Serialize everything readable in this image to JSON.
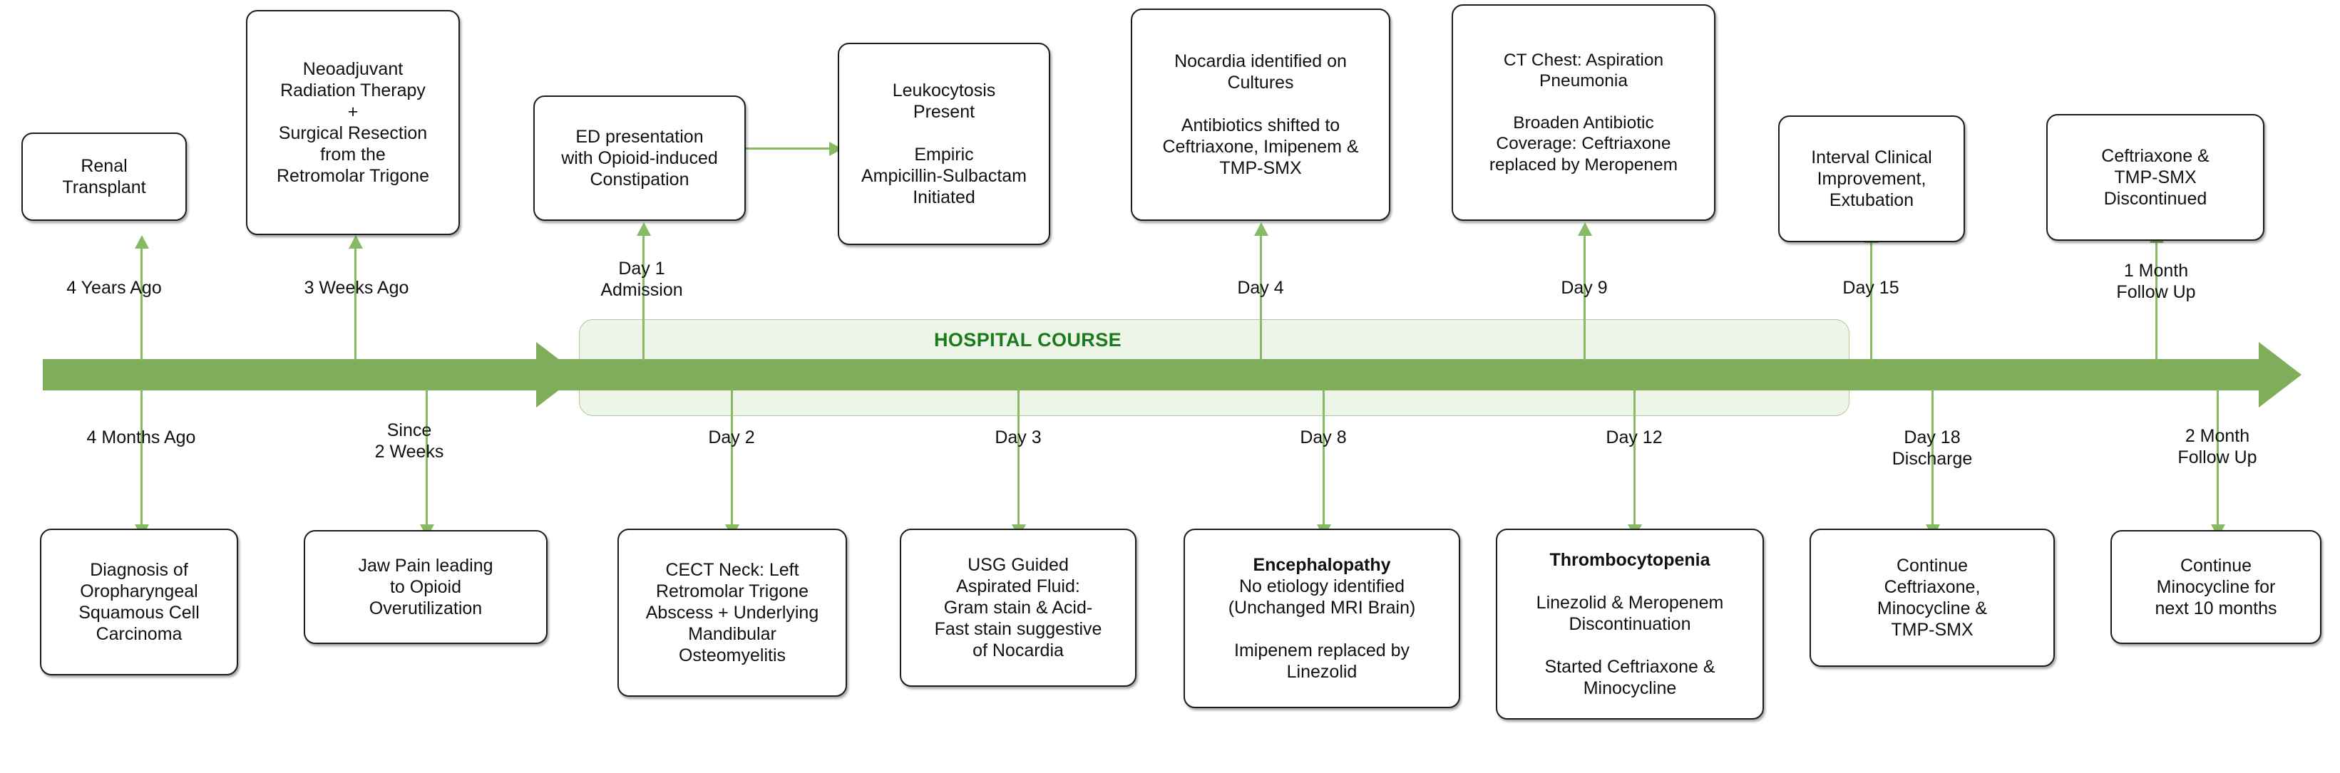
{
  "timeline": {
    "band_label": "HOSPITAL COURSE",
    "band_color": "#7FAD5C",
    "panel_fill": "#EDF4E8",
    "panel_border": "#AECB97",
    "label_color": "#1B7A1B",
    "connector_color": "#86BB63"
  },
  "top_nodes": [
    {
      "id": "renal-transplant",
      "text": "Renal\nTransplant"
    },
    {
      "id": "neoadjuvant-therapy",
      "text": "Neoadjuvant\nRadiation Therapy\n+\nSurgical Resection\nfrom the\nRetromolar Trigone"
    },
    {
      "id": "ed-presentation",
      "text": "ED presentation\nwith Opioid-induced\nConstipation"
    },
    {
      "id": "leukocytosis",
      "text": "Leukocytosis\nPresent\n\nEmpiric\nAmpicillin-Sulbactam\nInitiated"
    },
    {
      "id": "nocardia-cultures",
      "text": "Nocardia identified on\nCultures\n\nAntibiotics shifted to\nCeftriaxone, Imipenem &\nTMP-SMX"
    },
    {
      "id": "ct-chest",
      "text": "CT Chest: Aspiration\nPneumonia\n\nBroaden Antibiotic\nCoverage: Ceftriaxone\nreplaced by  Meropenem"
    },
    {
      "id": "interval-improvement",
      "text": "Interval Clinical\nImprovement,\nExtubation"
    },
    {
      "id": "abx-discontinued",
      "text": "Ceftriaxone &\nTMP-SMX\nDiscontinued"
    }
  ],
  "bottom_nodes": [
    {
      "id": "oropharyngeal-scc",
      "title": "",
      "text": "Diagnosis of\nOropharyngeal\nSquamous Cell\nCarcinoma"
    },
    {
      "id": "jaw-pain-opioid",
      "title": "",
      "text": "Jaw Pain leading\nto Opioid\nOverutilization"
    },
    {
      "id": "cect-neck",
      "title": "",
      "text": "CECT Neck: Left\nRetromolar Trigone\nAbscess + Underlying\nMandibular\nOsteomyelitis"
    },
    {
      "id": "usg-aspirate",
      "title": "",
      "text": "USG Guided\nAspirated Fluid:\nGram stain & Acid-\nFast stain suggestive\nof Nocardia"
    },
    {
      "id": "encephalopathy",
      "title": "Encephalopathy",
      "text": "No etiology identified\n(Unchanged MRI Brain)\n\nImipenem replaced by\nLinezolid"
    },
    {
      "id": "thrombocytopenia",
      "title": "Thrombocytopenia",
      "text": "\nLinezolid & Meropenem\nDiscontinuation\n\nStarted Ceftriaxone &\nMinocycline"
    },
    {
      "id": "continue-abx",
      "title": "",
      "text": "Continue\nCeftriaxone,\nMinocycline &\nTMP-SMX"
    },
    {
      "id": "continue-minocycline",
      "title": "",
      "text": "Continue\nMinocycline for\nnext 10 months"
    }
  ],
  "top_ticks": [
    {
      "id": "tick-4-years",
      "text": "4 Years Ago"
    },
    {
      "id": "tick-3-weeks",
      "text": "3 Weeks Ago"
    },
    {
      "id": "tick-day-1",
      "text": "Day 1\nAdmission"
    },
    {
      "id": "tick-day-4",
      "text": "Day 4"
    },
    {
      "id": "tick-day-9",
      "text": "Day 9"
    },
    {
      "id": "tick-day-15",
      "text": "Day 15"
    },
    {
      "id": "tick-1-month",
      "text": "1 Month\nFollow Up"
    }
  ],
  "bottom_ticks": [
    {
      "id": "tick-4-months",
      "text": "4 Months Ago"
    },
    {
      "id": "tick-since-2wk",
      "text": "Since\n2 Weeks"
    },
    {
      "id": "tick-day-2",
      "text": "Day 2"
    },
    {
      "id": "tick-day-3",
      "text": "Day 3"
    },
    {
      "id": "tick-day-8",
      "text": "Day 8"
    },
    {
      "id": "tick-day-12",
      "text": "Day 12"
    },
    {
      "id": "tick-day-18",
      "text": "Day 18\nDischarge"
    },
    {
      "id": "tick-2-month",
      "text": "2 Month\nFollow Up"
    }
  ]
}
